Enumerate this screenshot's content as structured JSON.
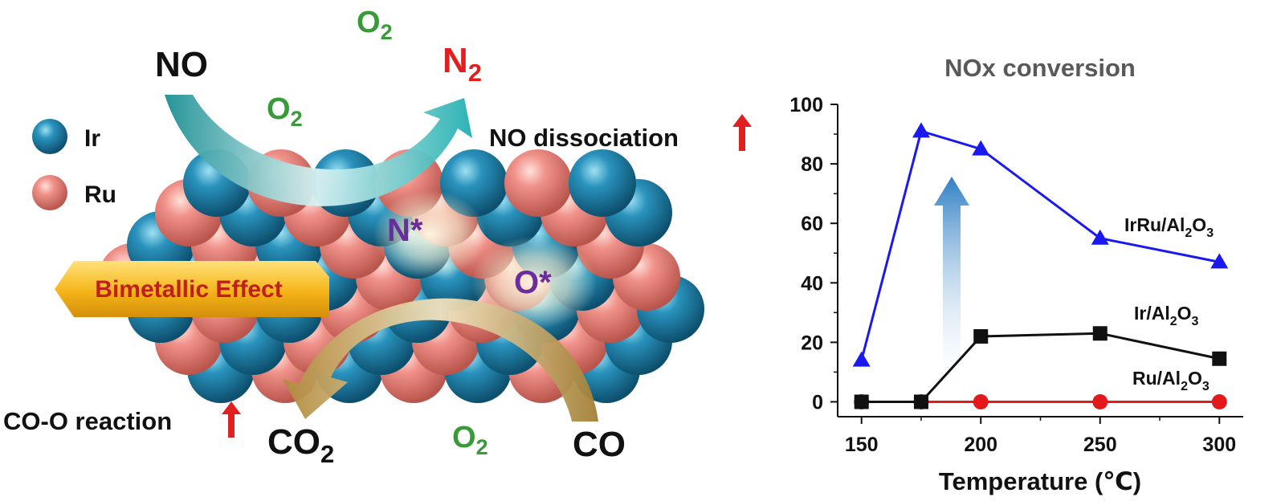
{
  "schematic": {
    "legend": [
      {
        "label": "Ir",
        "color": "#1e7fa6"
      },
      {
        "label": "Ru",
        "color": "#ee8a80"
      }
    ],
    "top_reaction": {
      "reactant": "NO",
      "product_main": "N",
      "product_sub": "2",
      "gas": "O",
      "gas_sub": "2",
      "gas2": "O",
      "gas2_sub": "2"
    },
    "bottom_reaction": {
      "reactant": "CO",
      "product_main": "CO",
      "product_sub": "2",
      "gas": "O",
      "gas_sub": "2"
    },
    "adsorbates": {
      "n_star": "N*",
      "o_star": "O*"
    },
    "effect_label": "Bimetallic Effect",
    "no_dissociation": "NO dissociation",
    "co_o_reaction": "CO-O reaction",
    "colors": {
      "up_arrow": "#e02020",
      "teal": "#1aa3a3",
      "gold": "#c9a55a",
      "green": "#3a9a3a",
      "purple": "#6a2d9a",
      "red": "#e02020",
      "banner": "#f2b21b",
      "banner_text": "#c0201a"
    }
  },
  "chart_data": {
    "type": "line",
    "title": "NOx conversion",
    "xlabel": "Temperature (℃)",
    "ylabel": "",
    "xlim": [
      140,
      310
    ],
    "ylim": [
      -5,
      100
    ],
    "xticks": [
      150,
      200,
      250,
      300
    ],
    "yticks": [
      0,
      20,
      40,
      60,
      80,
      100
    ],
    "x": [
      150,
      175,
      200,
      250,
      300
    ],
    "series": [
      {
        "name": "IrRu/Al2O3",
        "label_main": "IrRu/Al",
        "label_sub1": "2",
        "label_mid": "O",
        "label_sub2": "3",
        "color": "#1a1aee",
        "marker": "triangle",
        "values": [
          14,
          91,
          85,
          55,
          47
        ]
      },
      {
        "name": "Ir/Al2O3",
        "label_main": "Ir/Al",
        "label_sub1": "2",
        "label_mid": "O",
        "label_sub2": "3",
        "color": "#111111",
        "marker": "square",
        "values": [
          0,
          0,
          22,
          23,
          14.5
        ]
      },
      {
        "name": "Ru/Al2O3",
        "label_main": "Ru/Al",
        "label_sub1": "2",
        "label_mid": "O",
        "label_sub2": "3",
        "color": "#e41a1a",
        "marker": "circle",
        "values": [
          0,
          0,
          0,
          0,
          0
        ]
      }
    ],
    "grid": false,
    "legend_placement": "inline labels at right end of lines"
  }
}
